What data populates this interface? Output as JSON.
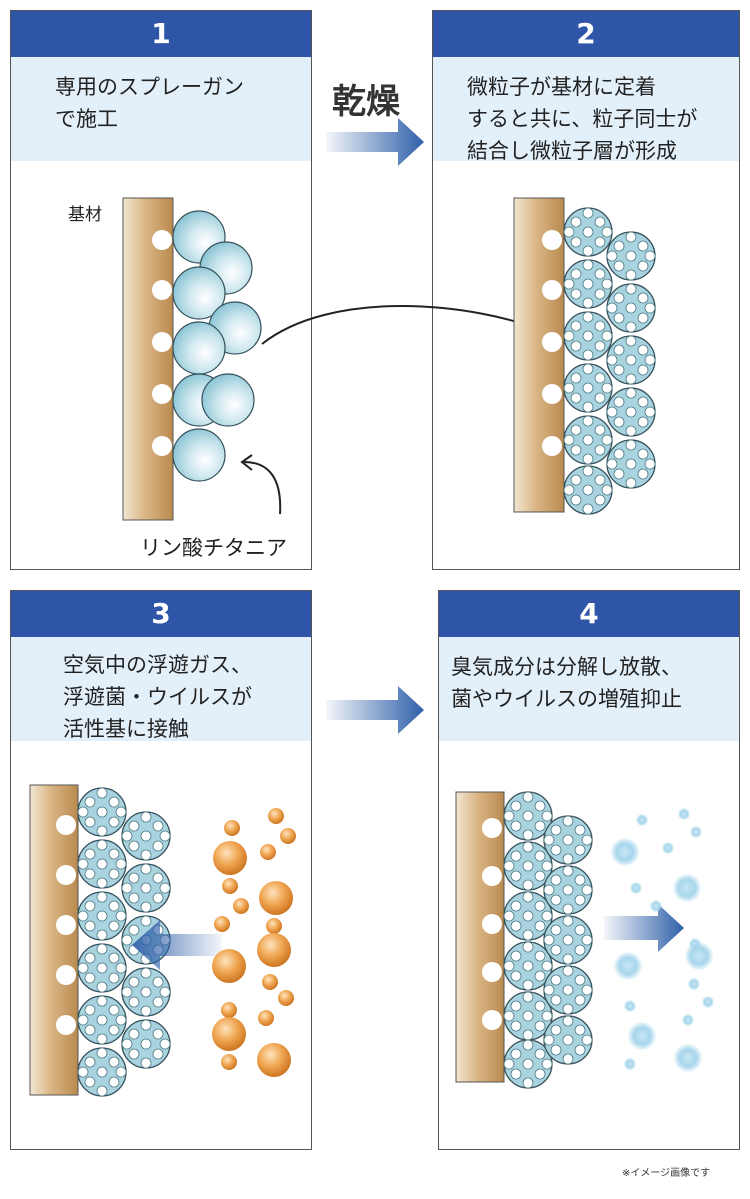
{
  "panels": [
    {
      "number": "1",
      "lines": [
        "専用のスプレーガン",
        "で施工"
      ],
      "labels": {
        "substrate": "基材",
        "particle": "リン酸チタニア"
      }
    },
    {
      "number": "2",
      "lines": [
        "微粒子が基材に定着",
        "すると共に、粒子同士が",
        "結合し微粒子層が形成"
      ]
    },
    {
      "number": "3",
      "lines": [
        "空気中の浮遊ガス、",
        "浮遊菌・ウイルスが",
        "活性基に接触"
      ]
    },
    {
      "number": "4",
      "lines": [
        "臭気成分は分解し放散、",
        "菌やウイルスの増殖抑止"
      ]
    }
  ],
  "transition_label": "乾燥",
  "note": "※イメージ画像です",
  "colors": {
    "header": "#2f55a8",
    "desc_bg": "#e3f0f9",
    "substrate": "#c9a06b",
    "particle": "#9ccfdc",
    "gas": "#e08a2e",
    "decomposed": "#a8d6ec",
    "arrow": "#2f5fa8"
  },
  "icons": [
    "arrow-right-icon",
    "arrow-left-icon",
    "curved-arrow-icon"
  ]
}
